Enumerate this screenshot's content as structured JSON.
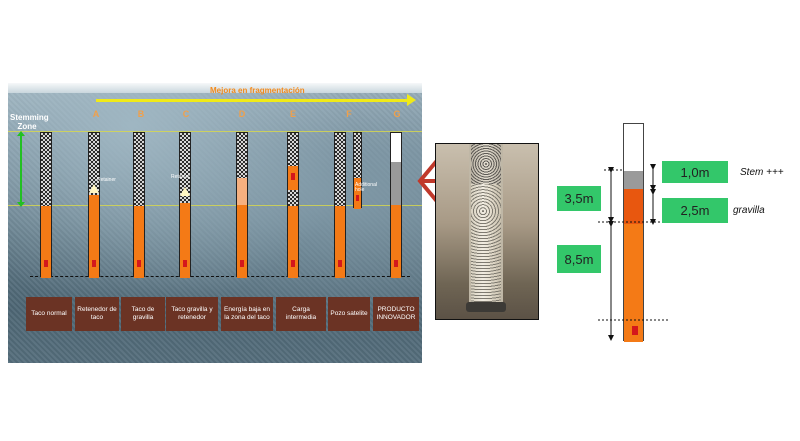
{
  "panel": {
    "direction_label": "Mejora en fragmentación",
    "stemming_zone_label": "Stemming Zone",
    "columns": [
      {
        "letter": "",
        "label": "Taco normal"
      },
      {
        "letter": "A",
        "label": "Retenedor de taco",
        "note": "Retainer"
      },
      {
        "letter": "B",
        "label": "Taco de gravilla"
      },
      {
        "letter": "C",
        "label": "Taco gravilla y retenedor",
        "note": "Retainer"
      },
      {
        "letter": "D",
        "label": "Energía baja en la zona del taco"
      },
      {
        "letter": "E",
        "label": "Carga intermedia"
      },
      {
        "letter": "F",
        "label": "Pozo satelite",
        "note": "Additional hole"
      },
      {
        "letter": "G",
        "label": "PRODUCTO INNOVADOR"
      }
    ]
  },
  "diagram": {
    "left_dims": [
      "3,5m",
      "8,5m"
    ],
    "right_dims": [
      "1,0m",
      "2,5m"
    ],
    "right_notes": [
      "Stem +++",
      "gravilla"
    ]
  },
  "colors": {
    "orange": "#f47a16",
    "green_box": "#33c76a",
    "label_bg": "#6b3324",
    "red_arrow": "#c0392b",
    "yellow_arrow": "#f0ea18"
  }
}
